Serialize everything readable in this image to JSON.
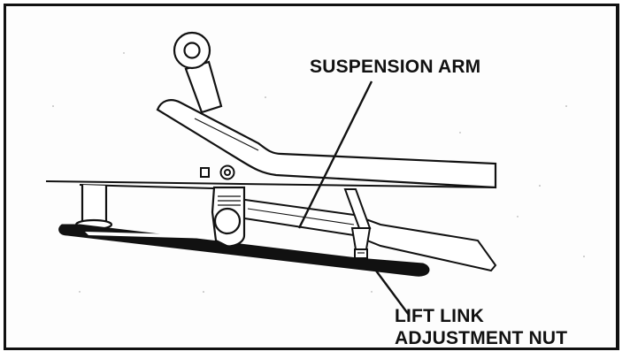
{
  "figure": {
    "labels": {
      "suspension_arm": "SUSPENSION ARM",
      "lift_link_line1": "LIFT LINK",
      "lift_link_line2": "ADJUSTMENT NUT"
    },
    "colors": {
      "ink": "#111111",
      "paper": "#fdfdfd"
    }
  }
}
